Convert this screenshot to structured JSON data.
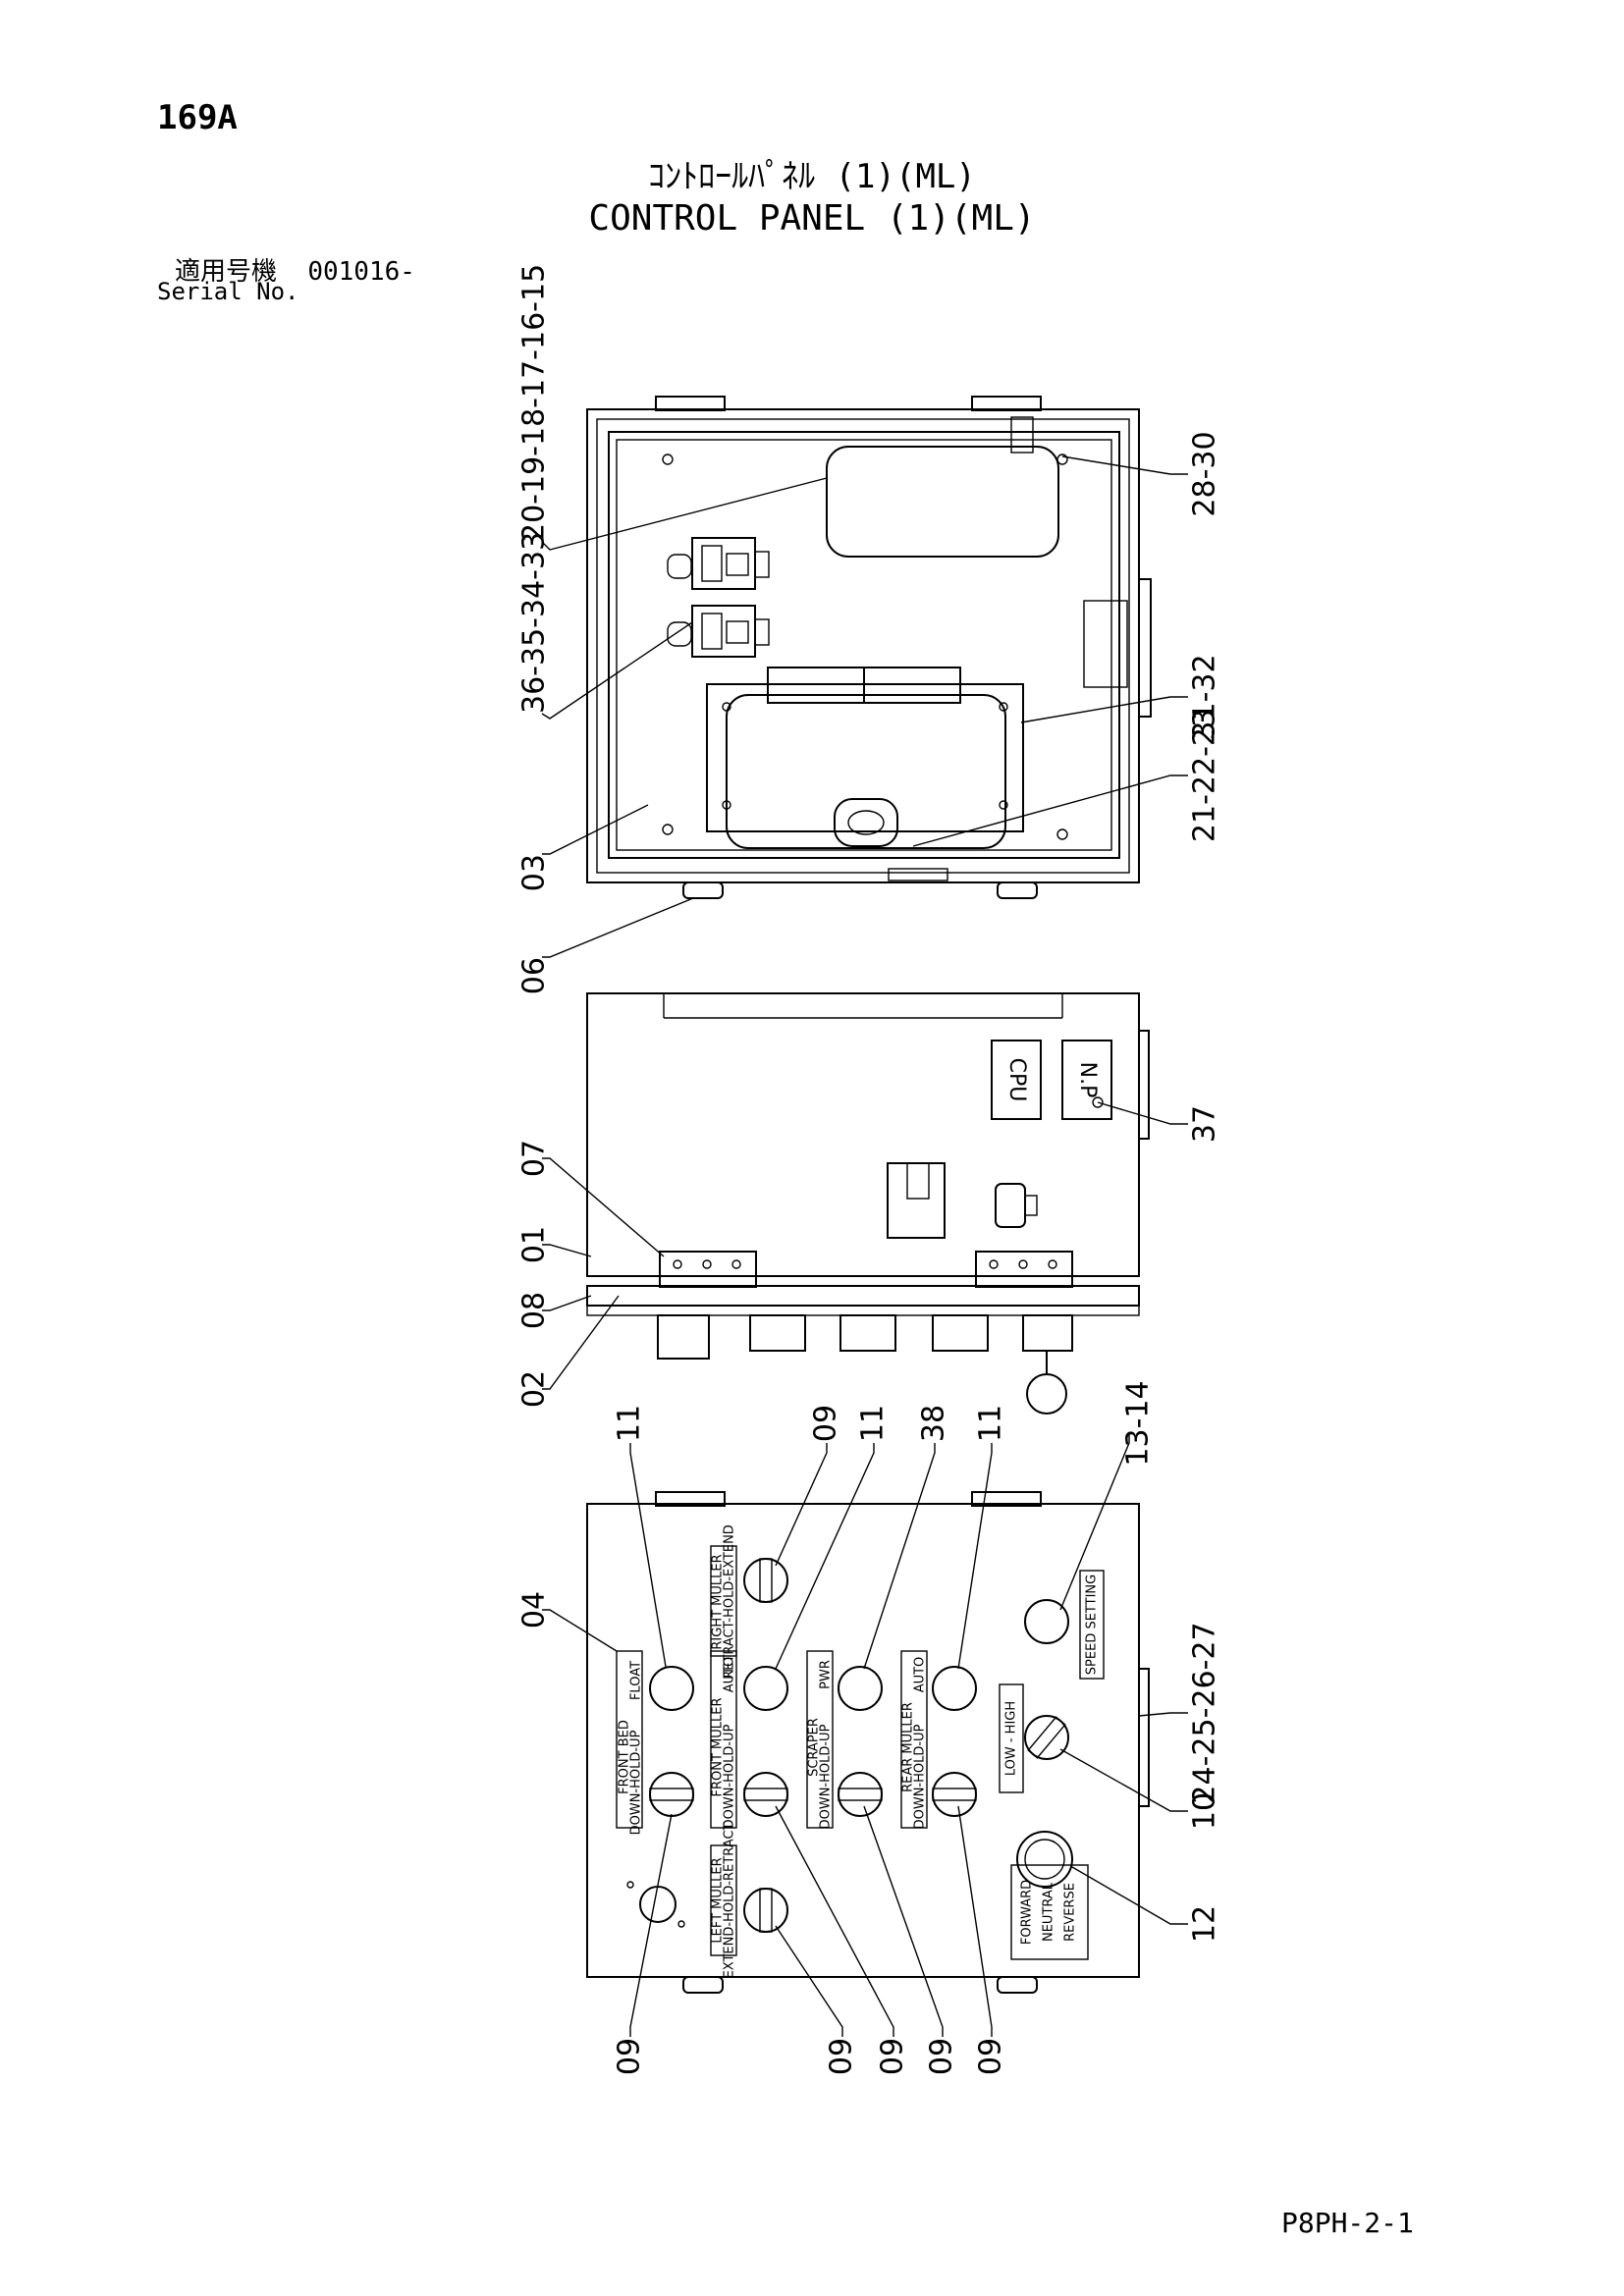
{
  "header": {
    "page_number": "169A",
    "title_jp": "ｺﾝﾄﾛｰﾙﾊﾟﾈﾙ (1)(ML)",
    "title_en": "CONTROL PANEL (1)(ML)",
    "serial_label_jp": "適用号機",
    "serial_value": "001016-",
    "serial_label_en": "Serial No."
  },
  "footer": {
    "doc_ref": "P8PH-2-1"
  },
  "callouts": {
    "c20_15": "20-19-18-17-16-15",
    "c36_33": "36-35-34-33",
    "c03": "03",
    "c06": "06",
    "c28_30": "28-30",
    "c31_32": "31-32",
    "c21_23": "21-22-23",
    "c07": "07",
    "c01": "01",
    "c08": "08",
    "c02": "02",
    "c37": "37",
    "c04": "04",
    "c11a": "11",
    "c09a": "09",
    "c11b": "11",
    "c38": "38",
    "c11c": "11",
    "c13_14": "13-14",
    "c24_27": "24-25-26-27",
    "c10": "10",
    "c12": "12",
    "c09b": "09",
    "c09c": "09",
    "c09d": "09",
    "c09e": "09",
    "c09f": "09"
  },
  "panel_labels": {
    "front_bed": "FRONT BED",
    "front_bed_sub": "DOWN-HOLD-UP",
    "front_bed_float": "FLOAT",
    "front_muller": "FRONT MULLER",
    "front_muller_sub": "DOWN-HOLD-UP",
    "front_muller_auto": "AUTO",
    "right_muller": "RIGHT MULLER",
    "right_muller_sub": "RETRACT-HOLD-EXTEND",
    "scraper": "SCRAPER",
    "scraper_sub": "DOWN-HOLD-UP",
    "scraper_pwr": "PWR",
    "rear_muller": "REAR MULLER",
    "rear_muller_sub": "DOWN-HOLD-UP",
    "rear_muller_auto": "AUTO",
    "left_muller": "LEFT MULLER",
    "left_muller_sub": "EXTEND-HOLD-RETRACT",
    "low_high": "LOW - HIGH",
    "speed_setting": "SPEED SETTING",
    "forward": "FORWARD",
    "neutral": "NEUTRAL",
    "reverse": "REVERSE",
    "cpu": "CPU",
    "np": "N.P"
  }
}
